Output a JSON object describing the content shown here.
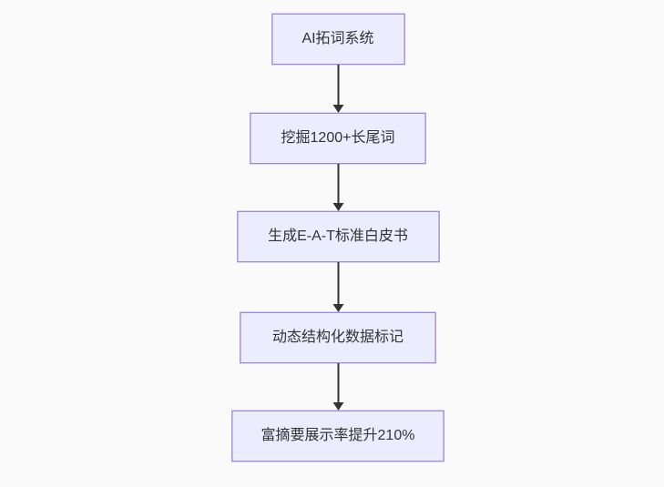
{
  "diagram": {
    "type": "flowchart-top-down",
    "colors": {
      "background": "#fafafa",
      "node_fill": "#ececff",
      "node_border": "#a18ad6",
      "node_text": "#333333",
      "arrow": "#333333"
    },
    "nodes": [
      {
        "label": "AI拓词系统"
      },
      {
        "label": "挖掘1200+长尾词"
      },
      {
        "label": "生成E-A-T标准白皮书"
      },
      {
        "label": "动态结构化数据标记"
      },
      {
        "label": "富摘要展示率提升210%"
      }
    ],
    "edges": [
      {
        "from": 0,
        "to": 1
      },
      {
        "from": 1,
        "to": 2
      },
      {
        "from": 2,
        "to": 3
      },
      {
        "from": 3,
        "to": 4
      }
    ]
  }
}
